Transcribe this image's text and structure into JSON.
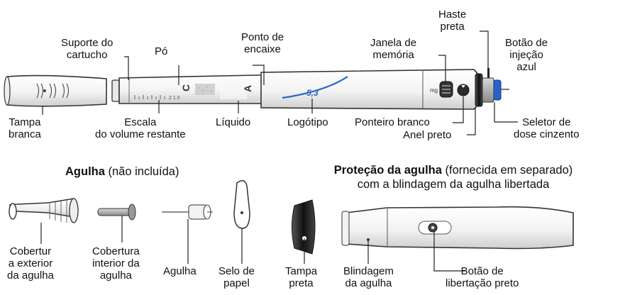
{
  "labels": {
    "suporte_cartucho": [
      "Suporte do",
      "cartucho"
    ],
    "po": "Pó",
    "ponto_encaixe": [
      "Ponto de",
      "encaixe"
    ],
    "janela_memoria": [
      "Janela de",
      "memória"
    ],
    "haste_preta": [
      "Haste",
      "preta"
    ],
    "botao_injecao": [
      "Botão de",
      "injeção",
      "azul"
    ],
    "tampa_branca": [
      "Tampa",
      "branca"
    ],
    "escala": [
      "Escala",
      "do volume restante"
    ],
    "liquido": "Líquido",
    "logotipo": "Logótipo",
    "ponteiro_branco": "Ponteiro branco",
    "anel_preto": "Anel preto",
    "seletor_dose": [
      "Seletor de",
      "dose cinzento"
    ],
    "cobertura_exterior": [
      "Cobertur",
      "a exterior",
      "da agulha"
    ],
    "cobertura_interior": [
      "Cobertura",
      "interior da",
      "agulha"
    ],
    "agulha": "Agulha",
    "selo_papel": [
      "Selo de",
      "papel"
    ],
    "tampa_preta": [
      "Tampa",
      "preta"
    ],
    "blindagem": [
      "Blindagem",
      "da agulha"
    ],
    "botao_libertacao": [
      "Botão de",
      "libertação preto"
    ]
  },
  "headings": {
    "agulha_bold": "Agulha",
    "agulha_rest": " (não incluída)",
    "protecao_bold": "Proteção da agulha",
    "protecao_rest": " (fornecida em separado)",
    "protecao_line2": "com a blindagem da agulha libertada"
  },
  "pen_markings": {
    "logo_number": "5,3",
    "letter_c": "C",
    "letter_a": "A",
    "scale_ticks": "2 1 0",
    "mg": "mg"
  },
  "colors": {
    "outline": "#333333",
    "body_fill": "#ffffff",
    "accent_blue": "#2a62c9",
    "dark": "#1a1a1a",
    "grey": "#9a9a9a"
  }
}
